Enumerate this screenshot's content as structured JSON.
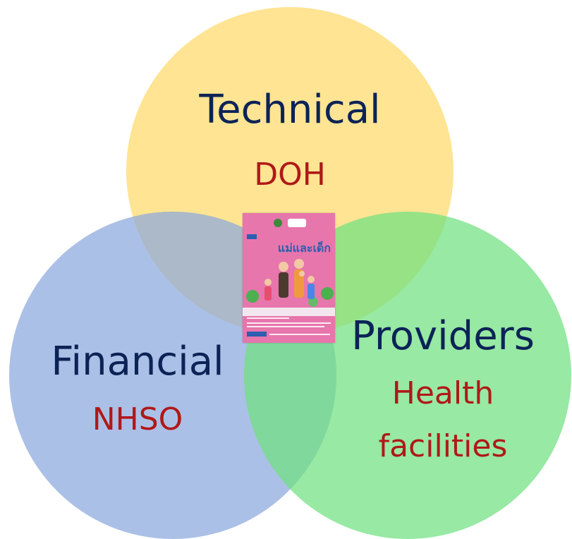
{
  "diagram": {
    "circles": [
      {
        "id": "technical",
        "title": "Technical",
        "subtitle_lines": [
          "DOH"
        ],
        "color": "#fdd96a"
      },
      {
        "id": "financial",
        "title": "Financial",
        "subtitle_lines": [
          "NHSO"
        ],
        "color": "#8aa8dd"
      },
      {
        "id": "providers",
        "title": "Providers",
        "subtitle_lines": [
          "Health",
          "facilities"
        ],
        "color": "#72e082"
      }
    ],
    "center_image": {
      "description": "booklet cover (mother and child health booklet)",
      "headline": "แม่และเด็ก",
      "cover_color": "#e776ac"
    }
  }
}
